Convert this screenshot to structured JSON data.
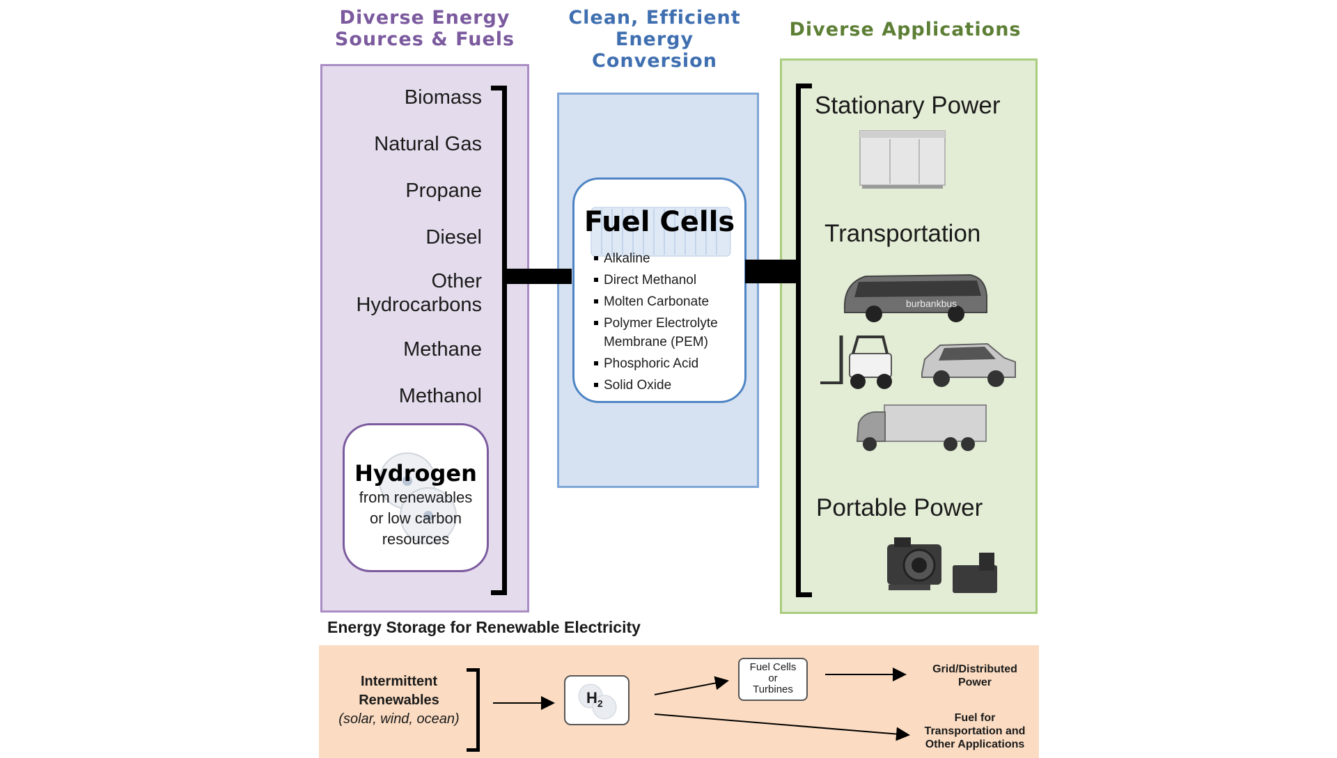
{
  "headings": {
    "sources": [
      "Diverse Energy",
      "Sources & Fuels"
    ],
    "conversion": [
      "Clean, Efficient",
      "Energy Conversion"
    ],
    "applications": "Diverse Applications"
  },
  "fuels": [
    "Biomass",
    "Natural Gas",
    "Propane",
    "Diesel",
    "Other",
    "Hydrocarbons",
    "Methane",
    "Methanol"
  ],
  "hydrogen": {
    "title": "Hydrogen",
    "subtitle": [
      "from renewables",
      "or low carbon",
      "resources"
    ]
  },
  "fuel_cells": {
    "title": "Fuel Cells",
    "types": [
      "Alkaline",
      "Direct Methanol",
      "Molten Carbonate",
      "Polymer Electrolyte",
      "Membrane (PEM)",
      "Phosphoric Acid",
      "Solid Oxide"
    ]
  },
  "applications": {
    "stationary": "Stationary Power",
    "transportation": "Transportation",
    "portable": "Portable Power",
    "bus_text": "burbankbus"
  },
  "storage": {
    "title": "Energy Storage for Renewable Electricity",
    "source": [
      "Intermittent",
      "Renewables",
      "(solar, wind, ocean)"
    ],
    "h2_label": "H",
    "h2_subscript": "2",
    "converter": [
      "Fuel Cells",
      "or",
      "Turbines"
    ],
    "output_grid": [
      "Grid/Distributed",
      "Power"
    ],
    "output_fuel": [
      "Fuel for",
      "Transportation and",
      "Other Applications"
    ]
  },
  "colors": {
    "sources_accent": "#7b5a9e",
    "conversion_accent": "#3f6fb0",
    "applications_accent": "#5d7f35",
    "storage_bg": "#fbdcc2"
  }
}
